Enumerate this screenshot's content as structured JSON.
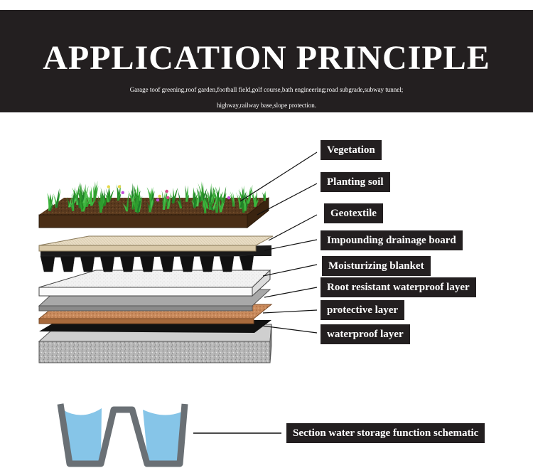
{
  "header": {
    "title": "APPLICATION PRINCIPLE",
    "subtitle_line1": "Garage toof greening,roof garden,football field,golf course,bath engineering;road subgrade,subway tunnel;",
    "subtitle_line2": "highway,railway base,slope protection."
  },
  "layers": [
    "Vegetation",
    "Planting soil",
    "Geotextile",
    "Impounding drainage board",
    "Moisturizing blanket",
    "Root resistant waterproof layer",
    "protective layer",
    "waterproof layer"
  ],
  "section_caption": "Section water storage function schematic",
  "colors": {
    "header_bg": "#231f20",
    "label_bg": "#231f20",
    "soil": "#5a3a1e",
    "grass": "#2f9e2f",
    "geotextile": "#e8dcc4",
    "drainage": "#1a1a1a",
    "blanket": "#f2f2f2",
    "root_layer": "#a8a8a8",
    "protective": "#c8875a",
    "concrete": "#b4b4b4",
    "water": "#86c5e8",
    "board_outline": "#6a7075"
  }
}
